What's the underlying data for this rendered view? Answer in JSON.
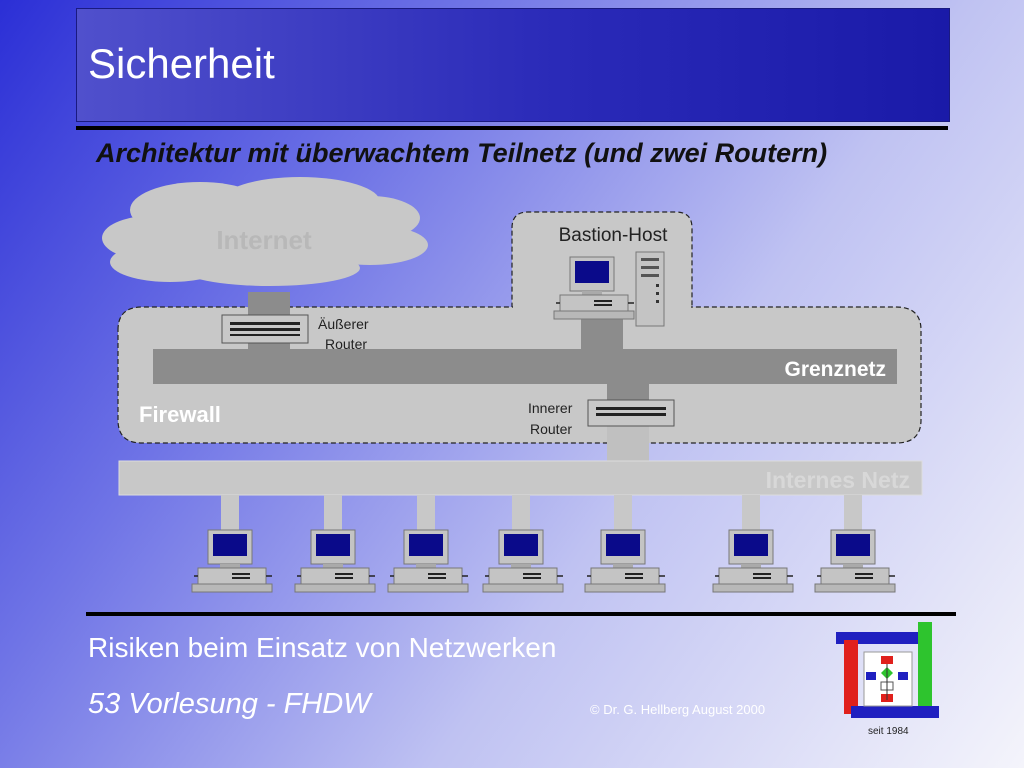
{
  "slide": {
    "title": "Sicherheit",
    "subtitle": "Architektur mit überwachtem Teilnetz (und zwei Routern)"
  },
  "diagram": {
    "internet_label": "Internet",
    "bastion_host_label": "Bastion-Host",
    "outer_router_label_line1": "Äußerer",
    "outer_router_label_line2": "Router",
    "perimeter_network_label": "Grenznetz",
    "firewall_label": "Firewall",
    "inner_router_label_line1": "Innerer",
    "inner_router_label_line2": "Router",
    "internal_network_label": "Internes Netz",
    "workstation_count": 7
  },
  "footer": {
    "topic": "Risiken beim Einsatz von Netzwerken",
    "lecture": "53 Vorlesung - FHDW",
    "copyright": "© Dr. G. Hellberg August 2000",
    "logo_caption": "seit 1984"
  },
  "colors": {
    "title_bar": "#2a2ab8",
    "network_bar": "#8c8c8c",
    "light_grey": "#c8c8c8",
    "monitor_screen": "#0a0a8a",
    "logo_red": "#e0201c",
    "logo_green": "#2ec42e",
    "logo_blue": "#2020c0"
  }
}
